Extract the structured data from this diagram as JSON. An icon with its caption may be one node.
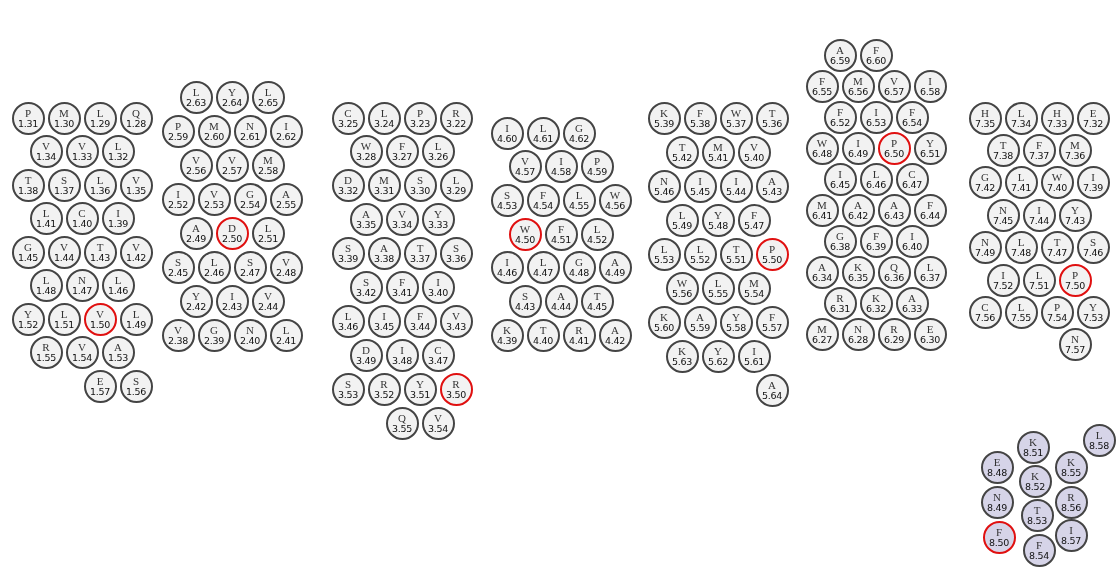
{
  "diagram": {
    "nodes": [
      {
        "text": [
          "P",
          "1.31"
        ]
      },
      {
        "text": [
          "M",
          "1.30"
        ]
      },
      {
        "text": [
          "L",
          "1.29"
        ]
      },
      {
        "text": [
          "Q",
          "1.28"
        ]
      },
      {
        "text": [
          "V",
          "1.34"
        ]
      },
      {
        "text": [
          "V",
          "1.33"
        ]
      },
      {
        "text": [
          "L",
          "1.32"
        ]
      },
      {
        "text": [
          "T",
          "1.38"
        ]
      },
      {
        "text": [
          "S",
          "1.37"
        ]
      },
      {
        "text": [
          "L",
          "1.36"
        ]
      },
      {
        "text": [
          "V",
          "1.35"
        ]
      },
      {
        "text": [
          "L",
          "1.41"
        ]
      },
      {
        "text": [
          "C",
          "1.40"
        ]
      },
      {
        "text": [
          "I",
          "1.39"
        ]
      },
      {
        "text": [
          "G",
          "1.45"
        ]
      },
      {
        "text": [
          "V",
          "1.44"
        ]
      },
      {
        "text": [
          "T",
          "1.43"
        ]
      },
      {
        "text": [
          "V",
          "1.42"
        ]
      },
      {
        "text": [
          "L",
          "1.48"
        ]
      },
      {
        "text": [
          "N",
          "1.47"
        ]
      },
      {
        "text": [
          "L",
          "1.46"
        ]
      },
      {
        "text": [
          "Y",
          "1.52"
        ]
      },
      {
        "text": [
          "L",
          "1.51"
        ]
      },
      {
        "text": [
          "V",
          "1.50"
        ]
      },
      {
        "text": [
          "L",
          "1.49"
        ]
      },
      {
        "text": [
          "R",
          "1.55"
        ]
      },
      {
        "text": [
          "V",
          "1.54"
        ]
      },
      {
        "text": [
          "A",
          "1.53"
        ]
      },
      {
        "text": [
          "E",
          "1.57"
        ]
      },
      {
        "text": [
          "S",
          "1.56"
        ]
      },
      {
        "text": [
          "L",
          "2.63"
        ]
      },
      {
        "text": [
          "Y",
          "2.64"
        ]
      },
      {
        "text": [
          "L",
          "2.65"
        ]
      },
      {
        "text": [
          "P",
          "2.59"
        ]
      },
      {
        "text": [
          "M",
          "2.60"
        ]
      },
      {
        "text": [
          "N",
          "2.61"
        ]
      },
      {
        "text": [
          "I",
          "2.62"
        ]
      },
      {
        "text": [
          "V",
          "2.56"
        ]
      },
      {
        "text": [
          "V",
          "2.57"
        ]
      },
      {
        "text": [
          "M",
          "2.58"
        ]
      },
      {
        "text": [
          "I",
          "2.52"
        ]
      },
      {
        "text": [
          "V",
          "2.53"
        ]
      },
      {
        "text": [
          "G",
          "2.54"
        ]
      },
      {
        "text": [
          "A",
          "2.55"
        ]
      },
      {
        "text": [
          "A",
          "2.49"
        ]
      },
      {
        "text": [
          "D",
          "2.50"
        ]
      },
      {
        "text": [
          "L",
          "2.51"
        ]
      },
      {
        "text": [
          "S",
          "2.45"
        ]
      },
      {
        "text": [
          "L",
          "2.46"
        ]
      },
      {
        "text": [
          "S",
          "2.47"
        ]
      },
      {
        "text": [
          "V",
          "2.48"
        ]
      },
      {
        "text": [
          "Y",
          "2.42"
        ]
      },
      {
        "text": [
          "I",
          "2.43"
        ]
      },
      {
        "text": [
          "V",
          "2.44"
        ]
      },
      {
        "text": [
          "V",
          "2.38"
        ]
      },
      {
        "text": [
          "G",
          "2.39"
        ]
      },
      {
        "text": [
          "N",
          "2.40"
        ]
      },
      {
        "text": [
          "L",
          "2.41"
        ]
      },
      {
        "text": [
          "C",
          "3.25"
        ]
      },
      {
        "text": [
          "L",
          "3.24"
        ]
      },
      {
        "text": [
          "P",
          "3.23"
        ]
      },
      {
        "text": [
          "R",
          "3.22"
        ]
      },
      {
        "text": [
          "W",
          "3.28"
        ]
      },
      {
        "text": [
          "F",
          "3.27"
        ]
      },
      {
        "text": [
          "L",
          "3.26"
        ]
      },
      {
        "text": [
          "D",
          "3.32"
        ]
      },
      {
        "text": [
          "M",
          "3.31"
        ]
      },
      {
        "text": [
          "S",
          "3.30"
        ]
      },
      {
        "text": [
          "L",
          "3.29"
        ]
      },
      {
        "text": [
          "A",
          "3.35"
        ]
      },
      {
        "text": [
          "V",
          "3.34"
        ]
      },
      {
        "text": [
          "Y",
          "3.33"
        ]
      },
      {
        "text": [
          "S",
          "3.39"
        ]
      },
      {
        "text": [
          "A",
          "3.38"
        ]
      },
      {
        "text": [
          "T",
          "3.37"
        ]
      },
      {
        "text": [
          "S",
          "3.36"
        ]
      },
      {
        "text": [
          "S",
          "3.42"
        ]
      },
      {
        "text": [
          "F",
          "3.41"
        ]
      },
      {
        "text": [
          "I",
          "3.40"
        ]
      },
      {
        "text": [
          "L",
          "3.46"
        ]
      },
      {
        "text": [
          "I",
          "3.45"
        ]
      },
      {
        "text": [
          "F",
          "3.44"
        ]
      },
      {
        "text": [
          "V",
          "3.43"
        ]
      },
      {
        "text": [
          "D",
          "3.49"
        ]
      },
      {
        "text": [
          "I",
          "3.48"
        ]
      },
      {
        "text": [
          "C",
          "3.47"
        ]
      },
      {
        "text": [
          "S",
          "3.53"
        ]
      },
      {
        "text": [
          "R",
          "3.52"
        ]
      },
      {
        "text": [
          "Y",
          "3.51"
        ]
      },
      {
        "text": [
          "R",
          "3.50"
        ]
      },
      {
        "text": [
          "Q",
          "3.55"
        ]
      },
      {
        "text": [
          "V",
          "3.54"
        ]
      },
      {
        "text": [
          "I",
          "4.60"
        ]
      },
      {
        "text": [
          "L",
          "4.61"
        ]
      },
      {
        "text": [
          "G",
          "4.62"
        ]
      },
      {
        "text": [
          "V",
          "4.57"
        ]
      },
      {
        "text": [
          "I",
          "4.58"
        ]
      },
      {
        "text": [
          "P",
          "4.59"
        ]
      },
      {
        "text": [
          "S",
          "4.53"
        ]
      },
      {
        "text": [
          "F",
          "4.54"
        ]
      },
      {
        "text": [
          "L",
          "4.55"
        ]
      },
      {
        "text": [
          "W",
          "4.56"
        ]
      },
      {
        "text": [
          "W",
          "4.50"
        ]
      },
      {
        "text": [
          "F",
          "4.51"
        ]
      },
      {
        "text": [
          "L",
          "4.52"
        ]
      },
      {
        "text": [
          "I",
          "4.46"
        ]
      },
      {
        "text": [
          "L",
          "4.47"
        ]
      },
      {
        "text": [
          "G",
          "4.48"
        ]
      },
      {
        "text": [
          "A",
          "4.49"
        ]
      },
      {
        "text": [
          "S",
          "4.43"
        ]
      },
      {
        "text": [
          "A",
          "4.44"
        ]
      },
      {
        "text": [
          "T",
          "4.45"
        ]
      },
      {
        "text": [
          "K",
          "4.39"
        ]
      },
      {
        "text": [
          "T",
          "4.40"
        ]
      },
      {
        "text": [
          "R",
          "4.41"
        ]
      },
      {
        "text": [
          "A",
          "4.42"
        ]
      },
      {
        "text": [
          "K",
          "5.39"
        ]
      },
      {
        "text": [
          "F",
          "5.38"
        ]
      },
      {
        "text": [
          "W",
          "5.37"
        ]
      },
      {
        "text": [
          "T",
          "5.36"
        ]
      },
      {
        "text": [
          "T",
          "5.42"
        ]
      },
      {
        "text": [
          "M",
          "5.41"
        ]
      },
      {
        "text": [
          "V",
          "5.40"
        ]
      },
      {
        "text": [
          "N",
          "5.46"
        ]
      },
      {
        "text": [
          "I",
          "5.45"
        ]
      },
      {
        "text": [
          "I",
          "5.44"
        ]
      },
      {
        "text": [
          "A",
          "5.43"
        ]
      },
      {
        "text": [
          "L",
          "5.49"
        ]
      },
      {
        "text": [
          "Y",
          "5.48"
        ]
      },
      {
        "text": [
          "F",
          "5.47"
        ]
      },
      {
        "text": [
          "L",
          "5.53"
        ]
      },
      {
        "text": [
          "L",
          "5.52"
        ]
      },
      {
        "text": [
          "T",
          "5.51"
        ]
      },
      {
        "text": [
          "P",
          "5.50"
        ]
      },
      {
        "text": [
          "W",
          "5.56"
        ]
      },
      {
        "text": [
          "L",
          "5.55"
        ]
      },
      {
        "text": [
          "M",
          "5.54"
        ]
      },
      {
        "text": [
          "K",
          "5.60"
        ]
      },
      {
        "text": [
          "A",
          "5.59"
        ]
      },
      {
        "text": [
          "Y",
          "5.58"
        ]
      },
      {
        "text": [
          "F",
          "5.57"
        ]
      },
      {
        "text": [
          "K",
          "5.63"
        ]
      },
      {
        "text": [
          "Y",
          "5.62"
        ]
      },
      {
        "text": [
          "I",
          "5.61"
        ]
      },
      {
        "text": [
          "A",
          "5.64"
        ]
      },
      {
        "text": [
          "A",
          "6.59"
        ]
      },
      {
        "text": [
          "F",
          "6.60"
        ]
      },
      {
        "text": [
          "F",
          "6.55"
        ]
      },
      {
        "text": [
          "M",
          "6.56"
        ]
      },
      {
        "text": [
          "V",
          "6.57"
        ]
      },
      {
        "text": [
          "I",
          "6.58"
        ]
      },
      {
        "text": [
          "F",
          "6.52"
        ]
      },
      {
        "text": [
          "I",
          "6.53"
        ]
      },
      {
        "text": [
          "F",
          "6.54"
        ]
      },
      {
        "text": [
          "W",
          "6.48"
        ]
      },
      {
        "text": [
          "I",
          "6.49"
        ]
      },
      {
        "text": [
          "P",
          "6.50"
        ]
      },
      {
        "text": [
          "Y",
          "6.51"
        ]
      },
      {
        "text": [
          "I",
          "6.45"
        ]
      },
      {
        "text": [
          "L",
          "6.46"
        ]
      },
      {
        "text": [
          "C",
          "6.47"
        ]
      },
      {
        "text": [
          "M",
          "6.41"
        ]
      },
      {
        "text": [
          "A",
          "6.42"
        ]
      },
      {
        "text": [
          "A",
          "6.43"
        ]
      },
      {
        "text": [
          "F",
          "6.44"
        ]
      },
      {
        "text": [
          "G",
          "6.38"
        ]
      },
      {
        "text": [
          "F",
          "6.39"
        ]
      },
      {
        "text": [
          "I",
          "6.40"
        ]
      },
      {
        "text": [
          "A",
          "6.34"
        ]
      },
      {
        "text": [
          "K",
          "6.35"
        ]
      },
      {
        "text": [
          "Q",
          "6.36"
        ]
      },
      {
        "text": [
          "L",
          "6.37"
        ]
      },
      {
        "text": [
          "R",
          "6.31"
        ]
      },
      {
        "text": [
          "K",
          "6.32"
        ]
      },
      {
        "text": [
          "A",
          "6.33"
        ]
      },
      {
        "text": [
          "M",
          "6.27"
        ]
      },
      {
        "text": [
          "N",
          "6.28"
        ]
      },
      {
        "text": [
          "R",
          "6.29"
        ]
      },
      {
        "text": [
          "E",
          "6.30"
        ]
      },
      {
        "text": [
          "H",
          "7.35"
        ]
      },
      {
        "text": [
          "L",
          "7.34"
        ]
      },
      {
        "text": [
          "H",
          "7.33"
        ]
      },
      {
        "text": [
          "E",
          "7.32"
        ]
      },
      {
        "text": [
          "T",
          "7.38"
        ]
      },
      {
        "text": [
          "F",
          "7.37"
        ]
      },
      {
        "text": [
          "M",
          "7.36"
        ]
      },
      {
        "text": [
          "G",
          "7.42"
        ]
      },
      {
        "text": [
          "L",
          "7.41"
        ]
      },
      {
        "text": [
          "W",
          "7.40"
        ]
      },
      {
        "text": [
          "I",
          "7.39"
        ]
      },
      {
        "text": [
          "N",
          "7.45"
        ]
      },
      {
        "text": [
          "I",
          "7.44"
        ]
      },
      {
        "text": [
          "Y",
          "7.43"
        ]
      },
      {
        "text": [
          "N",
          "7.49"
        ]
      },
      {
        "text": [
          "L",
          "7.48"
        ]
      },
      {
        "text": [
          "T",
          "7.47"
        ]
      },
      {
        "text": [
          "S",
          "7.46"
        ]
      },
      {
        "text": [
          "I",
          "7.52"
        ]
      },
      {
        "text": [
          "L",
          "7.51"
        ]
      },
      {
        "text": [
          "P",
          "7.50"
        ]
      },
      {
        "text": [
          "C",
          "7.56"
        ]
      },
      {
        "text": [
          "L",
          "7.55"
        ]
      },
      {
        "text": [
          "P",
          "7.54"
        ]
      },
      {
        "text": [
          "Y",
          "7.53"
        ]
      },
      {
        "text": [
          "N",
          "7.57"
        ]
      },
      {
        "text": [
          "L",
          "8.58"
        ]
      },
      {
        "text": [
          "K",
          "8.51"
        ]
      },
      {
        "text": [
          "E",
          "8.48"
        ]
      },
      {
        "text": [
          "K",
          "8.55"
        ]
      },
      {
        "text": [
          "K",
          "8.52"
        ]
      },
      {
        "text": [
          "N",
          "8.49"
        ]
      },
      {
        "text": [
          "R",
          "8.56"
        ]
      },
      {
        "text": [
          "T",
          "8.53"
        ]
      },
      {
        "text": [
          "F",
          "8.50"
        ]
      },
      {
        "text": [
          "I",
          "8.57"
        ]
      },
      {
        "text": [
          "F",
          "8.54"
        ]
      }
    ]
  }
}
